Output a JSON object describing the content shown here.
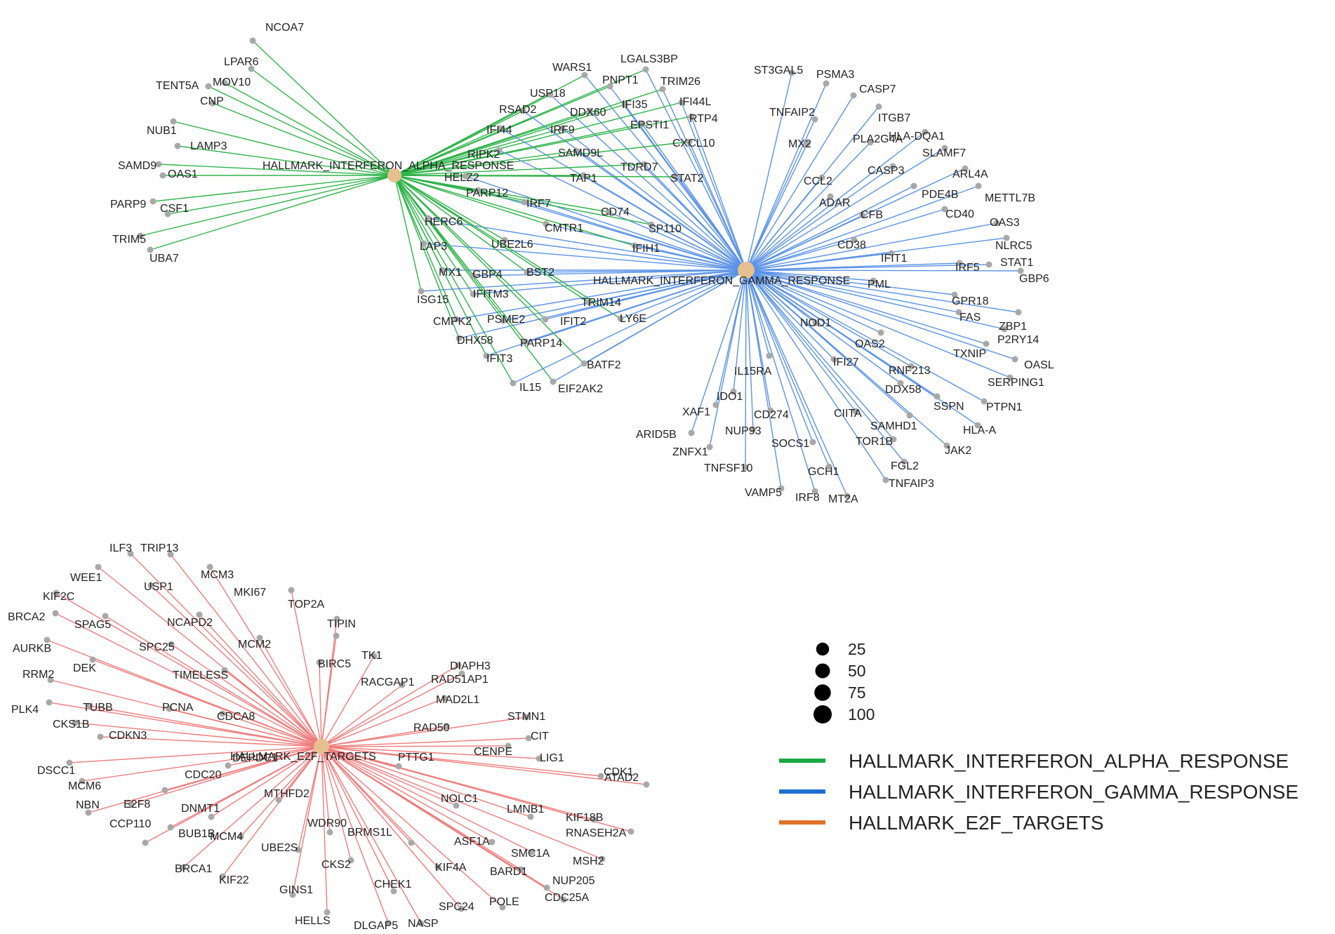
{
  "colors": {
    "alpha_edge": "#2fb34a",
    "gamma_edge": "#5b93e6",
    "e2f_edge": "#ef7c7c",
    "node": "#a8a8a8",
    "hub": "#e6c08e",
    "legend_alpha": "#1aa843",
    "legend_gamma": "#1d6fd1",
    "legend_e2f": "#e0722a"
  },
  "hubs": {
    "alpha": "HALLMARK_INTERFERON_ALPHA_RESPONSE",
    "gamma": "HALLMARK_INTERFERON_GAMMA_RESPONSE",
    "e2f": "HALLMARK_E2F_TARGETS"
  },
  "genes": {
    "alpha": [
      "NCOA7",
      "LPAR6",
      "TENT5A",
      "MOV10",
      "CNP",
      "NUB1",
      "LAMP3",
      "SAMD9",
      "OAS1",
      "PARP9",
      "CSF1",
      "TRIM5",
      "UBA7"
    ],
    "shared": [
      "WARS1",
      "LGALS3BP",
      "PNPT1",
      "USP18",
      "TRIM26",
      "IFI35",
      "IFI44L",
      "RSAD2",
      "DDX60",
      "RTP4",
      "IFI44",
      "IRF9",
      "EPSTI1",
      "CXCL10",
      "RIPK2",
      "SAMD9L",
      "TDRD7",
      "HELZ2",
      "TAP1",
      "STAT2",
      "PARP12",
      "IRF7",
      "CD74",
      "SP110",
      "HERC6",
      "CMTR1",
      "UBE2L6",
      "IFIH1",
      "LAP3",
      "MX1",
      "GBP4",
      "BST2",
      "ISG15",
      "IFITM3",
      "TRIM14",
      "CMPK2",
      "PSME2",
      "LY6E",
      "IFIT2",
      "DHX58",
      "PARP14",
      "IFIT3",
      "BATF2",
      "IL15",
      "EIF2AK2"
    ],
    "gamma": [
      "ST3GAL5",
      "PSMA3",
      "CASP7",
      "TNFAIP2",
      "ITGB7",
      "MX2",
      "PLA2G4A",
      "HLA-DQA1",
      "SLAMF7",
      "CCL2",
      "CASP3",
      "ARL4A",
      "ADAR",
      "PDE4B",
      "METTL7B",
      "CFB",
      "CD40",
      "OAS3",
      "CD38",
      "NLRC5",
      "IFIT1",
      "IRF5",
      "STAT1",
      "PML",
      "GBP6",
      "GPR18",
      "FAS",
      "ZBP1",
      "P2RY14",
      "NOD1",
      "OAS2",
      "TXNIP",
      "OASL",
      "IL15RA",
      "IFI27",
      "RNF213",
      "SERPING1",
      "IDO1",
      "DDX58",
      "SSPN",
      "PTPN1",
      "XAF1",
      "CD274",
      "CIITA",
      "SAMHD1",
      "HLA-A",
      "ARID5B",
      "NUP93",
      "TOR1B",
      "SOCS1",
      "JAK2",
      "ZNFX1",
      "FGL2",
      "TNFSF10",
      "GCH1",
      "TNFAIP3",
      "VAMP5",
      "IRF8",
      "MT2A"
    ],
    "e2f": [
      "ILF3",
      "TRIP13",
      "WEE1",
      "MCM3",
      "USP1",
      "KIF2C",
      "MKI67",
      "BRCA2",
      "SPAG5",
      "NCAPD2",
      "TOP2A",
      "TIPIN",
      "MCM2",
      "AURKB",
      "SPC25",
      "TK1",
      "DEK",
      "BIRC5",
      "DIAPH3",
      "RRM2",
      "TIMELESS",
      "RAD51AP1",
      "RACGAP1",
      "PLK4",
      "TUBB",
      "PCNA",
      "MAD2L1",
      "CDCA8",
      "STMN1",
      "CKS1B",
      "RAD50",
      "CDKN3",
      "CIT",
      "CENPE",
      "DSCC1",
      "DEPDC1",
      "PTTG1",
      "LIG1",
      "MCM6",
      "CDK1",
      "CDC20",
      "ATAD2",
      "E2F8",
      "MTHFD2",
      "NOLC1",
      "NBN",
      "DNMT1",
      "LMNB1",
      "KIF18B",
      "CCP110",
      "WDR90",
      "RNASEH2A",
      "BUB1B",
      "MCM4",
      "BRMS1L",
      "ASF1A",
      "UBE2S",
      "SMC1A",
      "MSH2",
      "BRCA1",
      "KIF22",
      "CKS2",
      "KIF4A",
      "BARD1",
      "NUP205",
      "GINS1",
      "CHEK1",
      "CDC25A",
      "SPC24",
      "POLE",
      "HELLS",
      "DLGAP5",
      "NASP"
    ]
  },
  "legend": {
    "sizes": [
      "25",
      "50",
      "75",
      "100"
    ],
    "size_values": [
      25,
      50,
      75,
      100
    ],
    "series": [
      {
        "name": "HALLMARK_INTERFERON_ALPHA_RESPONSE",
        "color_key": "legend_alpha"
      },
      {
        "name": "HALLMARK_INTERFERON_GAMMA_RESPONSE",
        "color_key": "legend_gamma"
      },
      {
        "name": "HALLMARK_E2F_TARGETS",
        "color_key": "legend_e2f"
      }
    ]
  }
}
